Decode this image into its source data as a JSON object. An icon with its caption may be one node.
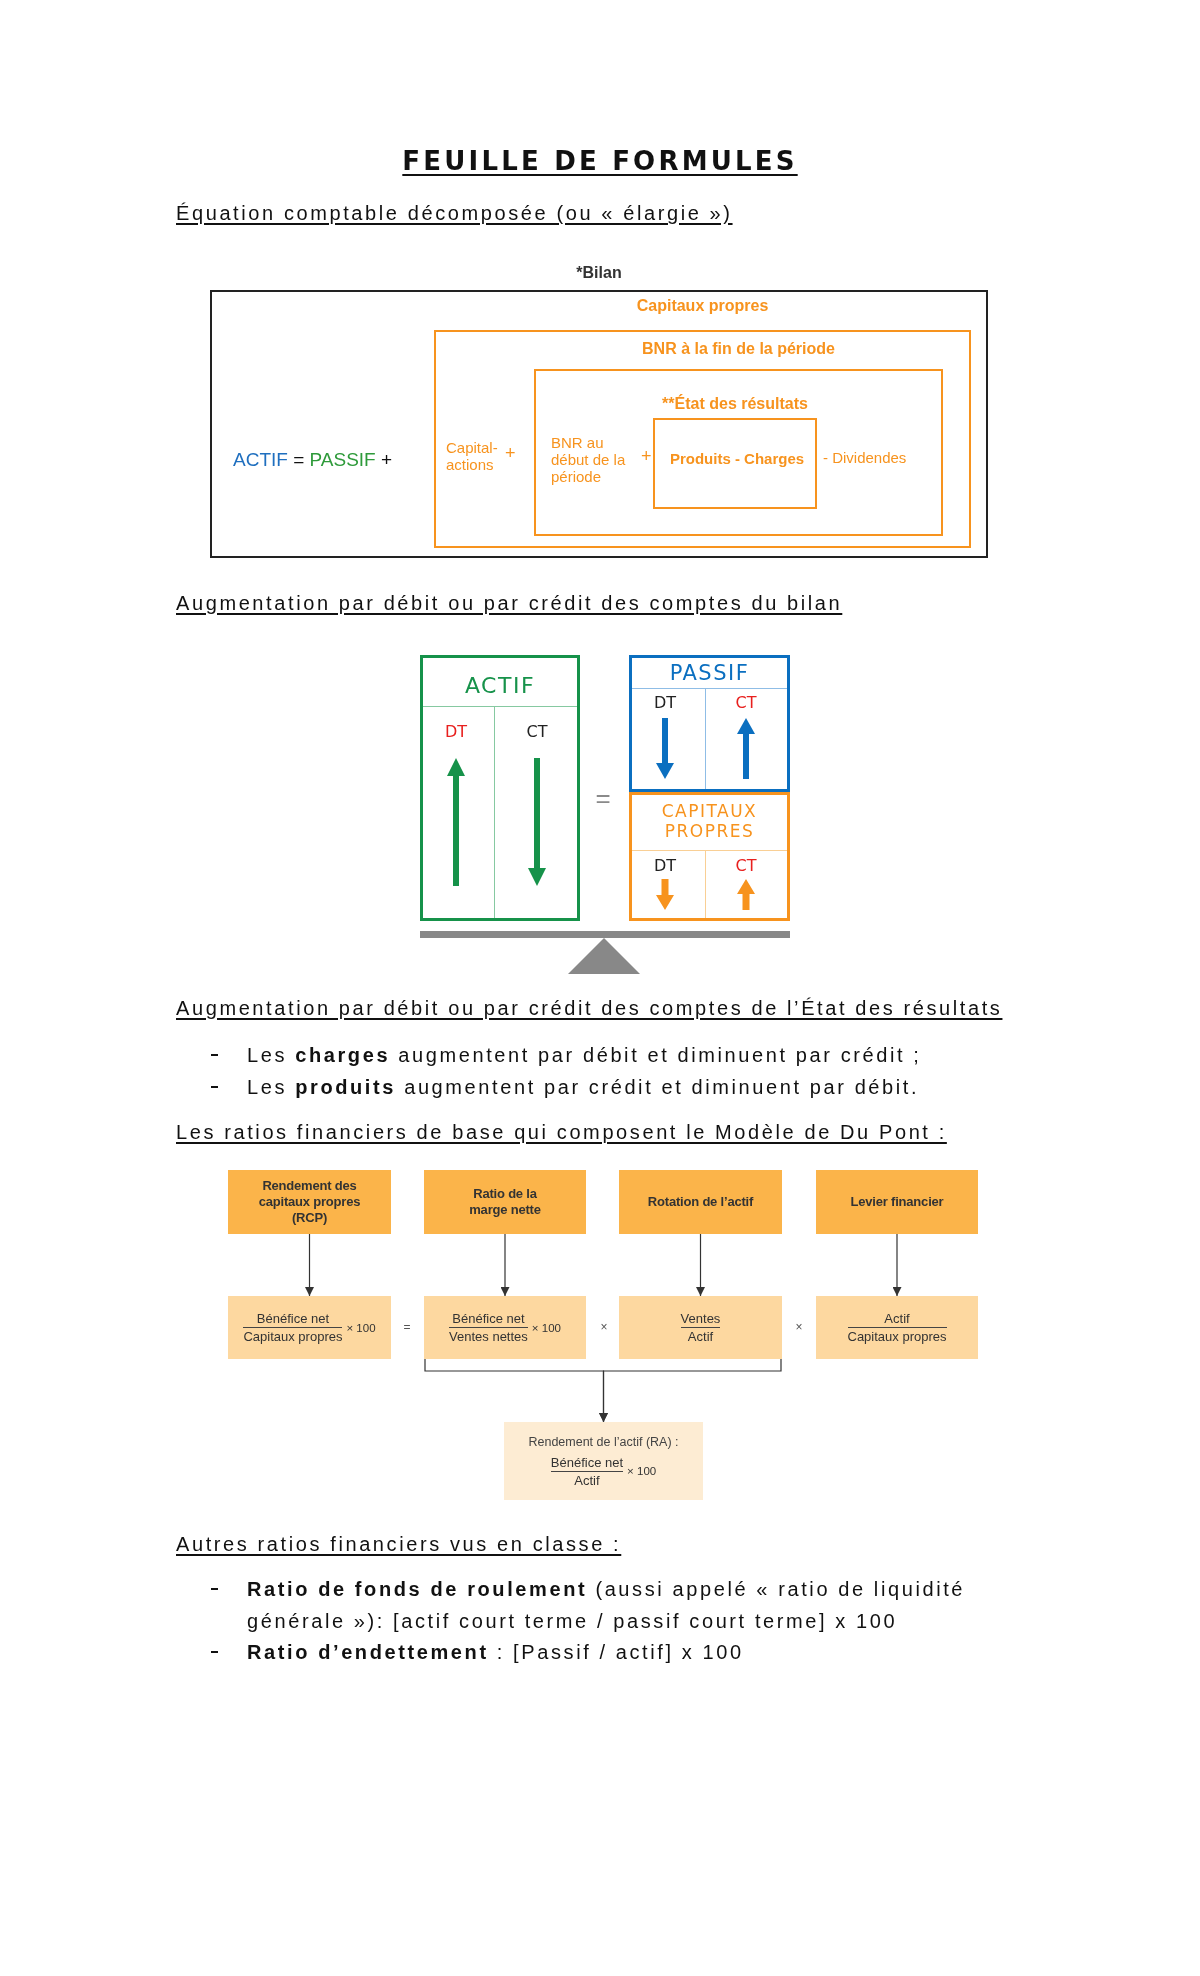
{
  "diagram": {
    "title": "FEUILLE DE FORMULES",
    "nodes": [
      {
        "text": [
          "*Bilan",
          "ACTIF = PASSIF +"
        ]
      },
      {
        "text": [
          "Capitaux propres",
          "Capital-actions",
          "+"
        ],
        "in": 0
      },
      {
        "text": [
          "BNR à la fin de la période",
          "BNR au début de la période",
          "+",
          "- Dividendes"
        ],
        "in": 1
      },
      {
        "text": [
          "**État des résultats",
          "Produits - Charges"
        ],
        "in": 2
      },
      {
        "text": [
          "ACTIF",
          "DT",
          "CT"
        ]
      },
      {
        "text": [
          "PASSIF",
          "DT",
          "CT"
        ]
      },
      {
        "text": [
          "CAPITAUX PROPRES",
          "DT",
          "CT"
        ]
      },
      {
        "text": [
          "Rendement des capitaux propres (RCP)"
        ]
      },
      {
        "text": [
          "Ratio de la marge nette"
        ]
      },
      {
        "text": [
          "Rotation de l’actif"
        ]
      },
      {
        "text": [
          "Levier financier"
        ]
      },
      {
        "text": [
          "Bénéfice net",
          "Capitaux propres",
          "× 100"
        ]
      },
      {
        "text": [
          "Bénéfice net",
          "Ventes nettes",
          "× 100"
        ]
      },
      {
        "text": [
          "Ventes",
          "Actif"
        ]
      },
      {
        "text": [
          "Actif",
          "Capitaux propres"
        ]
      },
      {
        "text": [
          "Rendement de l’actif (RA) :",
          "Bénéfice net",
          "Actif",
          "× 100"
        ]
      }
    ],
    "edges": [
      {
        "from": 7,
        "to": 11,
        "arrow": "to"
      },
      {
        "from": 8,
        "to": 12,
        "arrow": "to"
      },
      {
        "from": 9,
        "to": 13,
        "arrow": "to"
      },
      {
        "from": 10,
        "to": 14,
        "arrow": "to"
      },
      {
        "from": 12,
        "to": 15,
        "arrow": "to"
      },
      {
        "from": 13,
        "to": 15,
        "arrow": "to"
      }
    ],
    "labels": [
      "Équation comptable décomposée (ou « élargie »)",
      "Augmentation par débit ou par crédit des comptes du bilan",
      "=",
      "Augmentation par débit ou par crédit des comptes de l’État des résultats",
      "Les **charges** augmentent par débit et diminuent par crédit ;",
      "Les **produits** augmentent par crédit et diminuent par débit.",
      "Les ratios financiers de base qui composent le Modèle de Du Pont :",
      "=",
      "×",
      "×",
      "Autres ratios financiers vus en classe :",
      "**Ratio de fonds de roulement** (aussi appelé « ratio de liquidité générale »): [actif court terme / passif court terme] x 100",
      "**Ratio d’endettement** : [Passif / actif] x 100"
    ]
  }
}
